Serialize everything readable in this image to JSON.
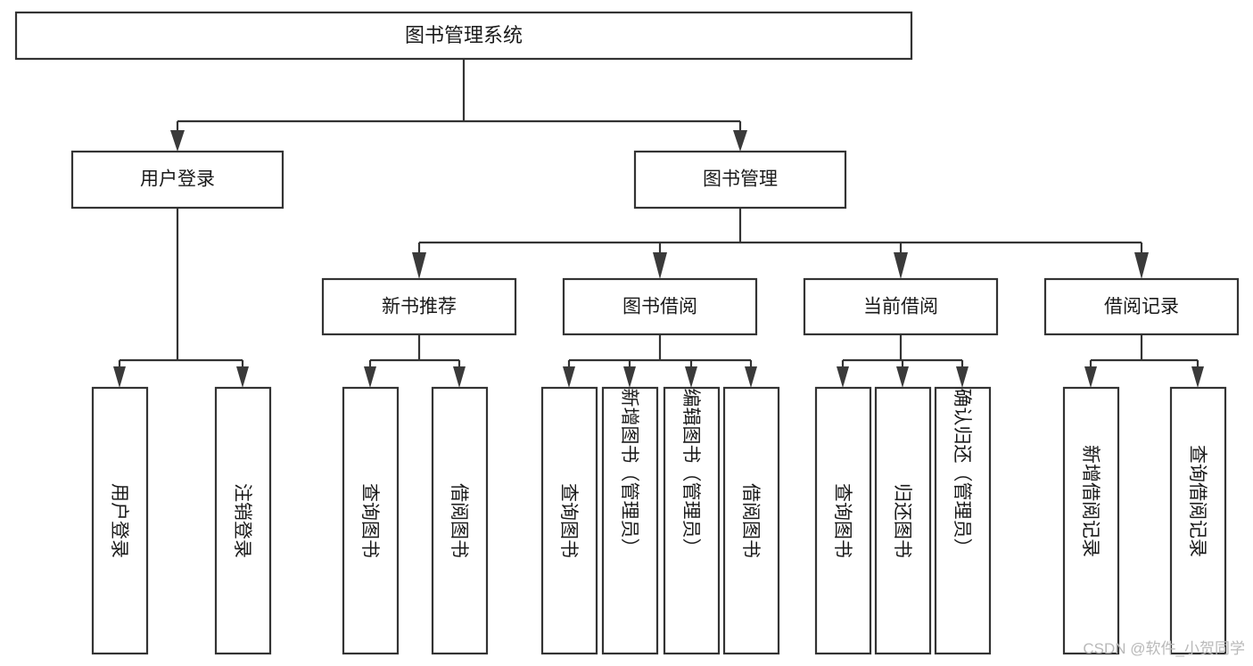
{
  "diagram": {
    "type": "tree-hierarchy",
    "title": "图书管理系统",
    "orientation": "top-down",
    "colors": {
      "box_stroke": "#333333",
      "box_fill": "#ffffff",
      "connector": "#333333",
      "arrow": "#3a3a3a",
      "text": "#1a1a1a",
      "watermark": "#b9b9b9",
      "background": "#ffffff"
    },
    "levels": [
      {
        "level": 1,
        "nodes": [
          {
            "id": "root",
            "label": "图书管理系统",
            "orientation": "horizontal"
          }
        ]
      },
      {
        "level": 2,
        "nodes": [
          {
            "id": "user-login",
            "label": "用户登录",
            "orientation": "horizontal",
            "parent": "root"
          },
          {
            "id": "book-management",
            "label": "图书管理",
            "orientation": "horizontal",
            "parent": "root"
          }
        ]
      },
      {
        "level": 3,
        "nodes": [
          {
            "id": "new-book-recommend",
            "label": "新书推荐",
            "orientation": "horizontal",
            "parent": "book-management"
          },
          {
            "id": "book-borrow",
            "label": "图书借阅",
            "orientation": "horizontal",
            "parent": "book-management"
          },
          {
            "id": "current-borrow",
            "label": "当前借阅",
            "orientation": "horizontal",
            "parent": "book-management"
          },
          {
            "id": "borrow-record",
            "label": "借阅记录",
            "orientation": "horizontal",
            "parent": "book-management"
          }
        ]
      },
      {
        "level": 4,
        "nodes": [
          {
            "id": "leaf-user-login",
            "label": "用户登录",
            "orientation": "vertical",
            "parent": "user-login"
          },
          {
            "id": "leaf-logout",
            "label": "注销登录",
            "orientation": "vertical",
            "parent": "user-login"
          },
          {
            "id": "leaf-query-book-1",
            "label": "查询图书",
            "orientation": "vertical",
            "parent": "new-book-recommend"
          },
          {
            "id": "leaf-borrow-book-1",
            "label": "借阅图书",
            "orientation": "vertical",
            "parent": "new-book-recommend"
          },
          {
            "id": "leaf-query-book-2",
            "label": "查询图书",
            "orientation": "vertical",
            "parent": "book-borrow"
          },
          {
            "id": "leaf-add-book",
            "label": "新增图书（管理员）",
            "orientation": "vertical",
            "parent": "book-borrow"
          },
          {
            "id": "leaf-edit-book",
            "label": "编辑图书（管理员）",
            "orientation": "vertical",
            "parent": "book-borrow"
          },
          {
            "id": "leaf-borrow-book-2",
            "label": "借阅图书",
            "orientation": "vertical",
            "parent": "book-borrow"
          },
          {
            "id": "leaf-query-book-3",
            "label": "查询图书",
            "orientation": "vertical",
            "parent": "current-borrow"
          },
          {
            "id": "leaf-return-book",
            "label": "归还图书",
            "orientation": "vertical",
            "parent": "current-borrow"
          },
          {
            "id": "leaf-confirm-return",
            "label": "确认归还（管理员）",
            "orientation": "vertical",
            "parent": "current-borrow"
          },
          {
            "id": "leaf-add-record",
            "label": "新增借阅记录",
            "orientation": "vertical",
            "parent": "borrow-record"
          },
          {
            "id": "leaf-query-record",
            "label": "查询借阅记录",
            "orientation": "vertical",
            "parent": "borrow-record"
          }
        ]
      }
    ]
  },
  "watermark": {
    "text": "CSDN @软件_小贺同学"
  }
}
